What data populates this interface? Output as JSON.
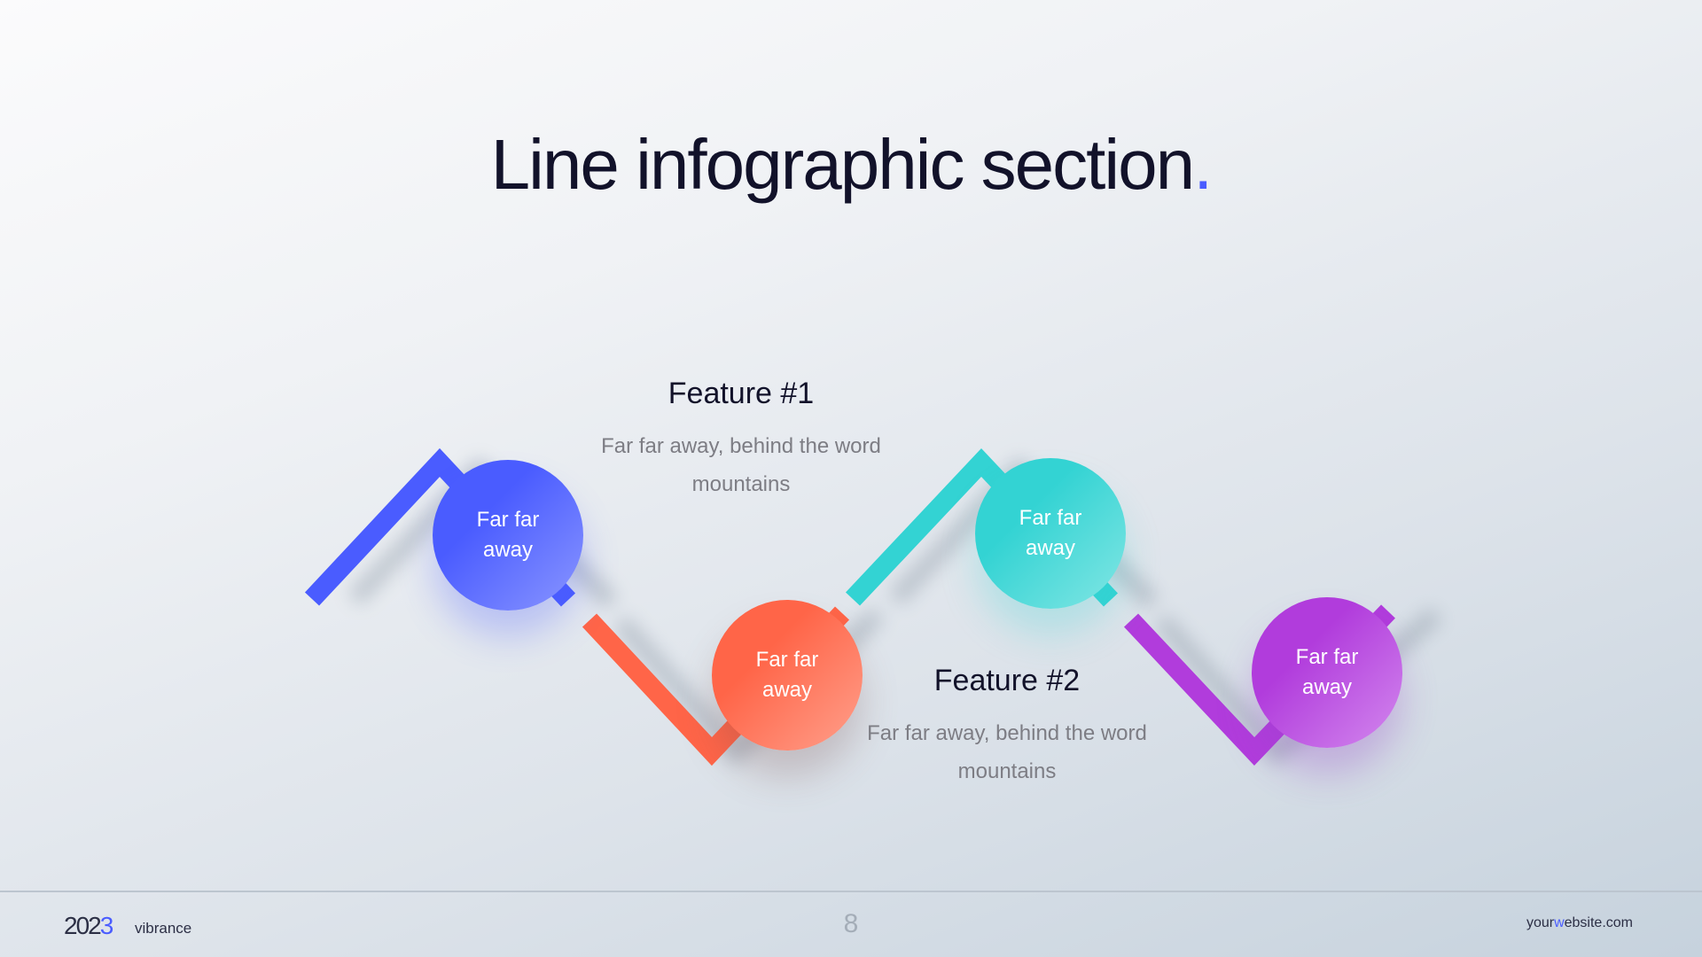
{
  "slide": {
    "title": "Line infographic section",
    "title_dot": ".",
    "accent_color": "#4a5cff"
  },
  "steps": [
    {
      "label": "Far far away",
      "color": "#4a5cff"
    },
    {
      "label": "Far far away",
      "color": "#ff6548"
    },
    {
      "label": "Far far away",
      "color": "#33d3d3"
    },
    {
      "label": "Far far away",
      "color": "#b13cdc"
    }
  ],
  "features": [
    {
      "title": "Feature #1",
      "text": "Far far away, behind the word mountains"
    },
    {
      "title": "Feature #2",
      "text": "Far far away, behind the word mountains"
    }
  ],
  "footer": {
    "year_main": "202",
    "year_accent": "3",
    "brand": "vibrance",
    "page_number": "8",
    "website_pre": "your",
    "website_accent": "w",
    "website_post": "ebsite.com"
  }
}
